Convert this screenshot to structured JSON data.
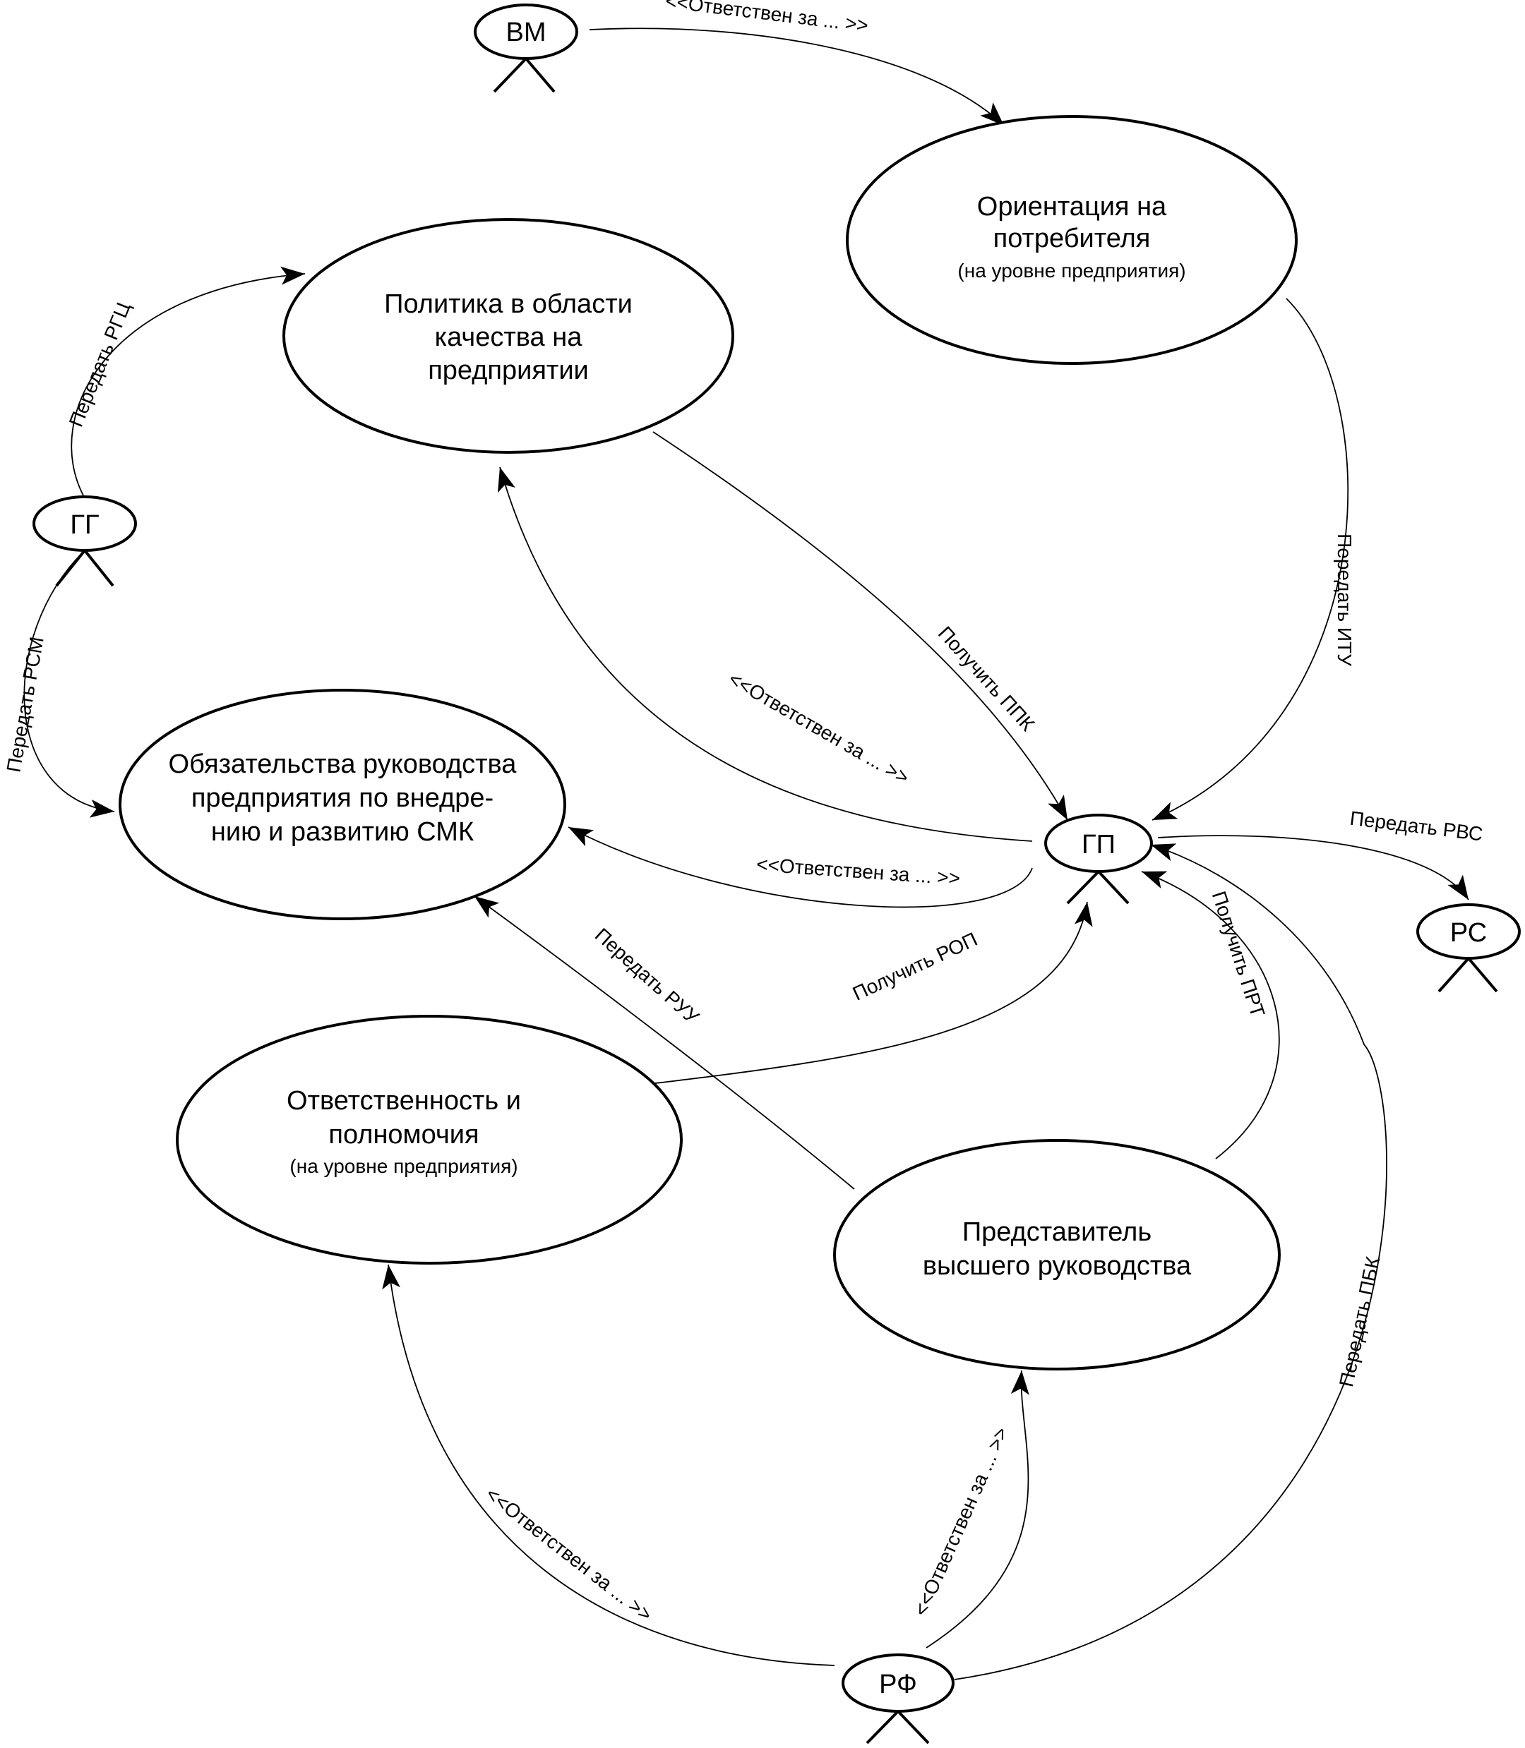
{
  "actors": {
    "bm": "ВМ",
    "gg": "ГГ",
    "gp": "ГП",
    "rs": "РС",
    "rf": "РФ"
  },
  "use_cases": {
    "orientation": {
      "line1": "Ориентация на",
      "line2": "потребителя",
      "note": "(на уровне предприятия)"
    },
    "policy": {
      "line1": "Политика в области",
      "line2": "качества на",
      "line3": "предприятии"
    },
    "commitments": {
      "line1": "Обязательства руководства",
      "line2": "предприятия  по внедре-",
      "line3": "нию и развитию СМК"
    },
    "responsibility": {
      "line1": "Ответственность и",
      "line2": "полномочия",
      "note": "(на уровне предприятия)"
    },
    "representative": {
      "line1": "Представитель",
      "line2": "высшего руководства"
    }
  },
  "edges": {
    "bm_orientation": "<<Ответствен за ... >>",
    "gp_policy": "<<Ответствен за ... >>",
    "gp_commitments": "<<Ответствен за ... >>",
    "rf_responsibility": "<<Ответствен за ... >>",
    "rf_representative": "<<Ответствен  за ... >>",
    "gg_policy": "Передать РГЦ",
    "gg_commitments": "Передать РСМ",
    "policy_gp": "Получить ППК",
    "orientation_gp": "Передать ИТУ",
    "gp_rs": "Передать РВС",
    "representative_commitments": "Передать РУУ",
    "responsibility_gp": "Получить РОП",
    "representative_gp": "Получить ПРТ",
    "rf_gp": "Передать ПБК"
  }
}
